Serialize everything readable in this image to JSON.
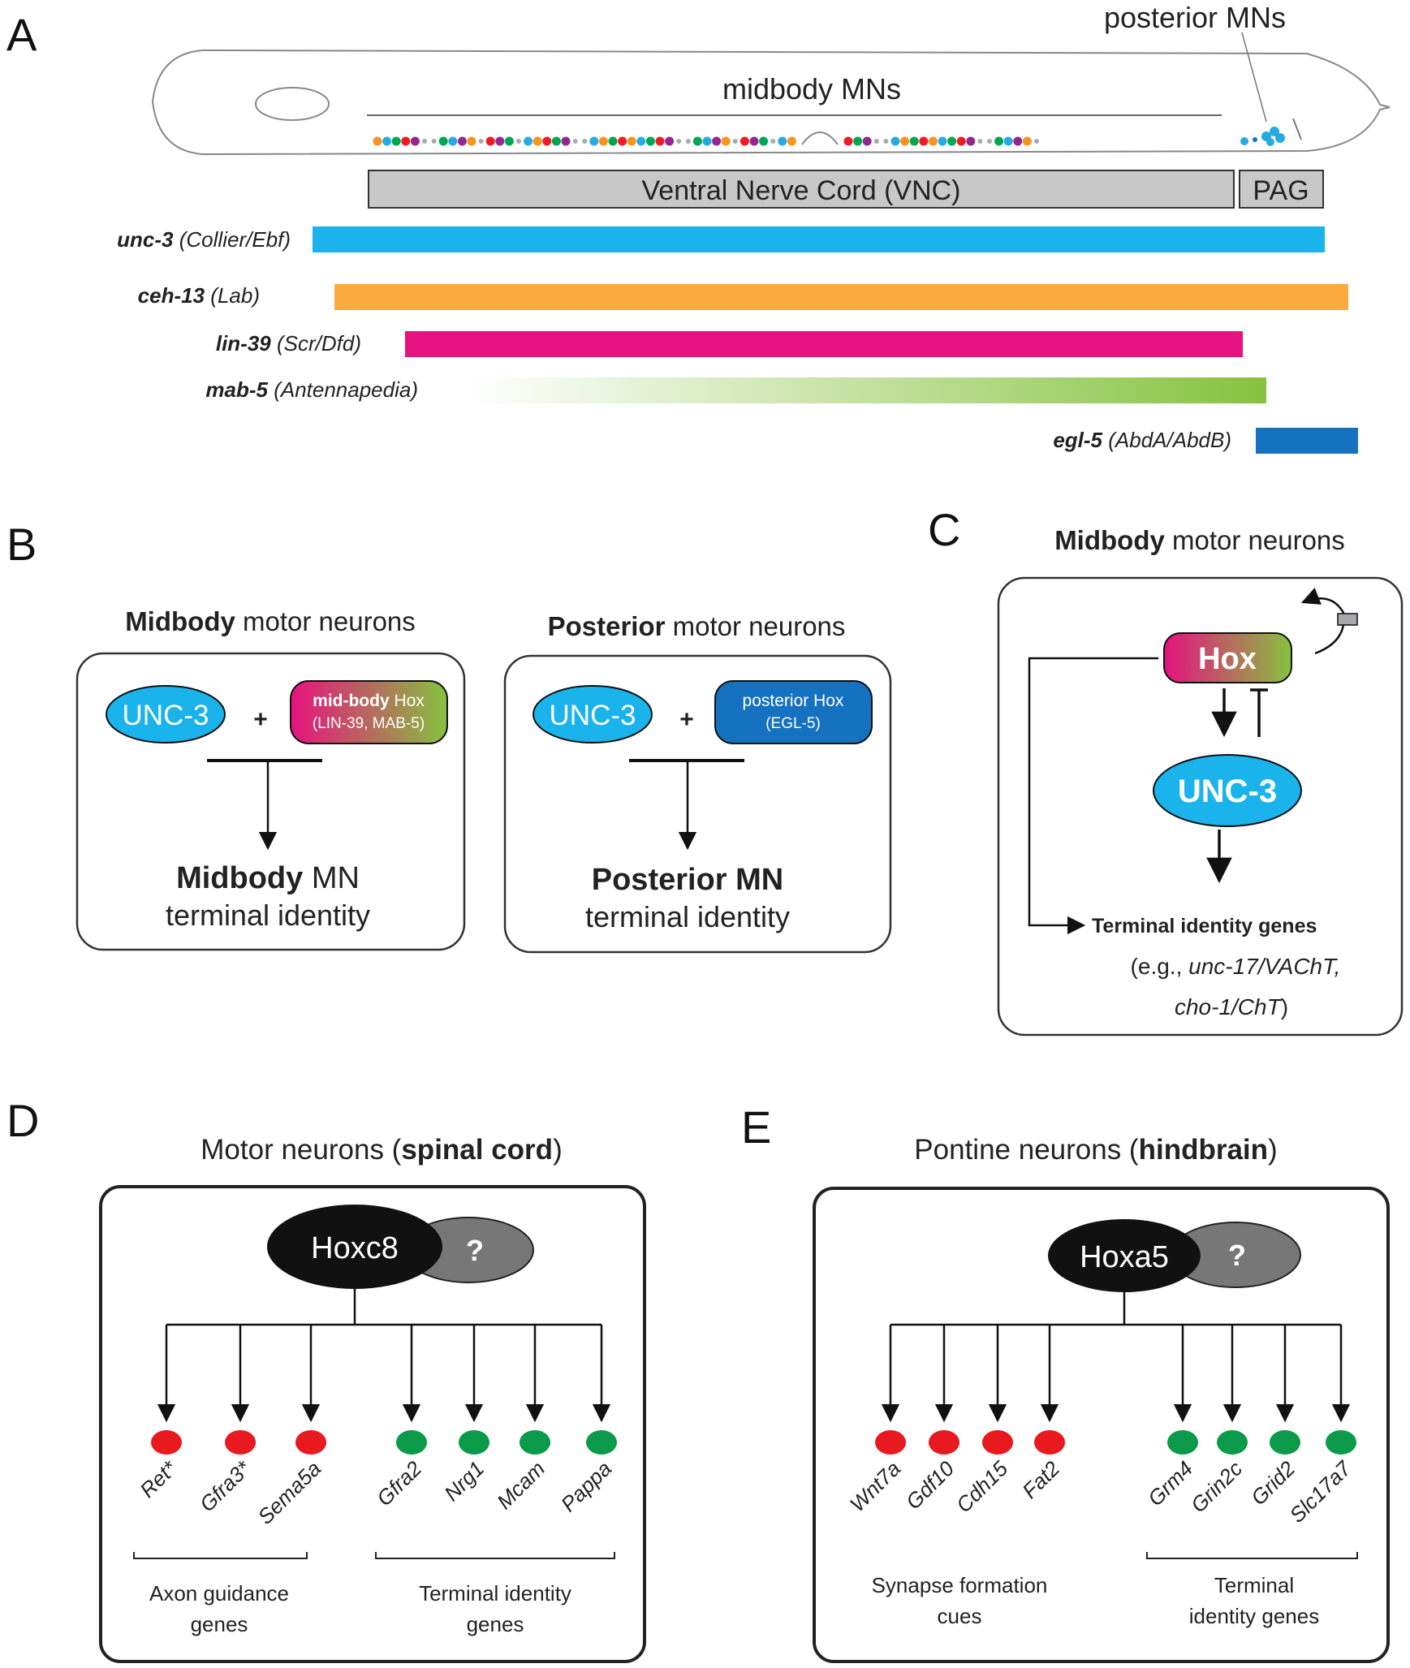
{
  "panels": {
    "a": "A",
    "b": "B",
    "c": "C",
    "d": "D",
    "e": "E"
  },
  "panel_a": {
    "posterior_mns": "posterior MNs",
    "midbody_mns": "midbody MNs",
    "vnc": "Ventral Nerve Cord (VNC)",
    "pag": "PAG",
    "genes": [
      {
        "gene": "unc-3",
        "hom": "(Collier/Ebf)",
        "color": "#1ab3ec"
      },
      {
        "gene": "ceh-13",
        "hom": "(Lab)",
        "color": "#fbab3e"
      },
      {
        "gene": "lin-39",
        "hom": "(Scr/Dfd)",
        "color": "#e6127f"
      },
      {
        "gene": "mab-5",
        "hom": "(Antennapedia)",
        "color": "#86c23f"
      },
      {
        "gene": "egl-5",
        "hom": "(AbdA/AbdB)",
        "color": "#1572c0"
      }
    ],
    "dot_colors": [
      "#f7941d",
      "#27aae1",
      "#00a651",
      "#92278f",
      "#ed1c24",
      "#a7a9ac"
    ]
  },
  "panel_b": {
    "mid": {
      "title_bold": "Midbody",
      "title_rest": " motor neurons",
      "unc3": "UNC-3",
      "plus": "+",
      "hox_line1_a": "mid-body",
      "hox_line1_b": " Hox",
      "hox_line2": "(LIN-39, MAB-5)",
      "out_bold": "Midbody",
      "out_rest": " MN",
      "out_line2": "terminal identity"
    },
    "post": {
      "title_bold": "Posterior",
      "title_rest": " motor neurons",
      "unc3": "UNC-3",
      "plus": "+",
      "hox_line1": "posterior Hox",
      "hox_line2": "(EGL-5)",
      "out_bold": "Posterior MN",
      "out_line2": "terminal identity"
    }
  },
  "panel_c": {
    "title_bold": "Midbody",
    "title_rest": " motor neurons",
    "hox": "Hox",
    "unc3": "UNC-3",
    "target": "Terminal identity genes",
    "eg_prefix": "(e.g., ",
    "eg_1": "unc-17/VAChT,",
    "eg_2": "cho-1/ChT",
    "eg_suffix": ")"
  },
  "panel_d": {
    "title_a": "Motor neurons (",
    "title_b": "spinal cord",
    "title_c": ")",
    "tf": "Hoxc8",
    "partner": "?",
    "genes": [
      "Ret*",
      "Gfra3*",
      "Sema5a",
      "Gfra2",
      "Nrg1",
      "Mcam",
      "Pappa"
    ],
    "group1": [
      "Axon guidance",
      "genes"
    ],
    "group2": [
      "Terminal identity",
      "genes"
    ]
  },
  "panel_e": {
    "title_a": "Pontine neurons (",
    "title_b": "hindbrain",
    "title_c": ")",
    "tf": "Hoxa5",
    "partner": "?",
    "genes": [
      "Wnt7a",
      "Gdf10",
      "Cdh15",
      "Fat2",
      "Grm4",
      "Grin2c",
      "Grid2",
      "Slc17a7"
    ],
    "group1": [
      "Synapse formation",
      "cues"
    ],
    "group2": [
      "Terminal",
      "identity genes"
    ]
  },
  "colors": {
    "red": "#e8191f",
    "green": "#0a9a4a",
    "unc3_blue": "#1ab3ec",
    "egl5_blue": "#1572c0",
    "gray_box": "#c8c8c8"
  }
}
